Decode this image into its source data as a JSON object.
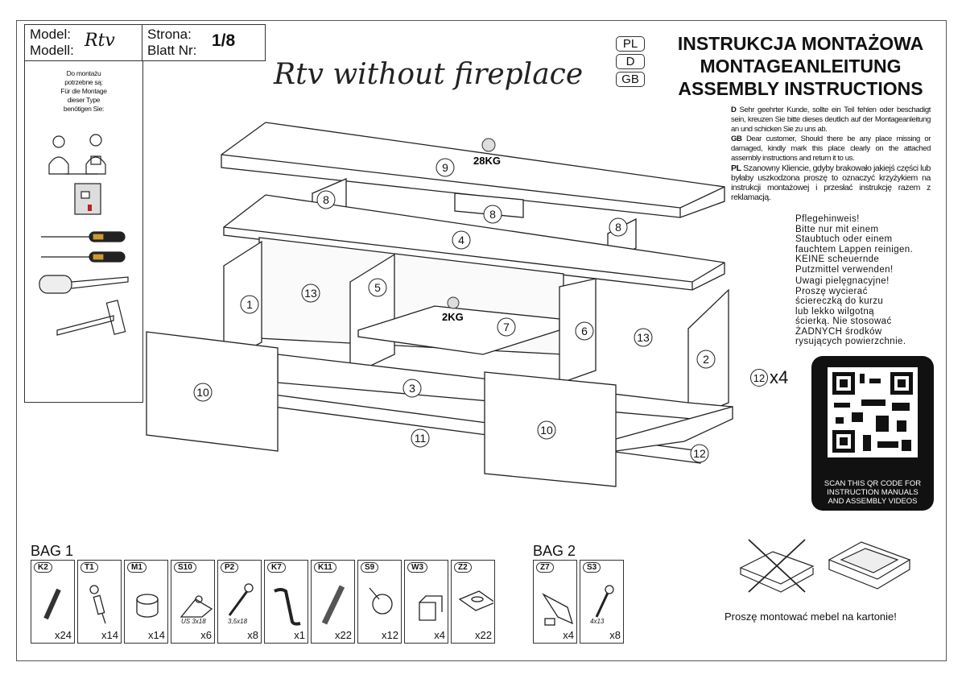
{
  "header": {
    "model_label": "Model:",
    "modell_label": "Modell:",
    "model_value": "Rtv",
    "strona_label": "Strona:",
    "blatt_label": "Blatt Nr:",
    "page": "1/8"
  },
  "product_title": "Rtv without fireplace",
  "languages": [
    "PL",
    "D",
    "GB"
  ],
  "titles": [
    "INSTRUKCJA MONTAŻOWA",
    "MONTAGEANLEITUNG",
    "ASSEMBLY INSTRUCTIONS"
  ],
  "tools_text": [
    "Do montażu",
    "potrzebne są:",
    "Für die Montage",
    "dieser Type",
    "benötigen Sie:"
  ],
  "notes": {
    "d_label": "D",
    "d_text": "Sehr geehrter Kunde, sollte ein Teil fehlen oder beschadigt sein, kreuzen Sie bitte dieses deutlich auf der Montageanleitung an und schicken Sie zu uns ab.",
    "gb_label": "GB",
    "gb_text": "Dear customer, Should there be any place missing or damaged, kindly mark this place clearly on the attached assembly instructions and return it to us.",
    "pl_label": "PL",
    "pl_text": "Szanowny Kliencie, gdyby brakowało jakiejś części lub byłaby uszkodzona proszę to oznaczyć krzyżykiem na instrukcji montażowej i przesłać instrukcję razem z reklamacją."
  },
  "care_de": [
    "Pflegehinweis!",
    "Bitte nur mit einem",
    "Staubtuch oder einem",
    "fauchtem Lappen reinigen.",
    "KEINE scheuernde",
    "Putzmittel verwenden!"
  ],
  "care_pl": [
    "Uwagi pielęgnacyjne!",
    "Proszę wycierać",
    "ściereczką do kurzu",
    "lub lekko wilgotną",
    "ścierką. Nie stosować",
    "ŻADNYCH środków",
    "rysujących powierzchnie."
  ],
  "parts": [
    "9",
    "8",
    "8",
    "8",
    "4",
    "1",
    "13",
    "5",
    "7",
    "6",
    "13",
    "2",
    "10",
    "3",
    "11",
    "10",
    "12"
  ],
  "weights": {
    "top": "28KG",
    "shelf": "2KG"
  },
  "part12_qty": {
    "num": "12",
    "qty": "x4"
  },
  "qr_text": [
    "SCAN THIS QR CODE FOR",
    "INSTRUCTION MANUALS",
    "AND ASSEMBLY VIDEOS"
  ],
  "bag1": {
    "title": "BAG 1",
    "items": [
      {
        "code": "K2",
        "qty": "x24"
      },
      {
        "code": "T1",
        "qty": "x14"
      },
      {
        "code": "M1",
        "qty": "x14"
      },
      {
        "code": "S10",
        "qty": "x6",
        "size": "US 3x18"
      },
      {
        "code": "P2",
        "qty": "x8",
        "size": "3,5x18"
      },
      {
        "code": "K7",
        "qty": "x1"
      },
      {
        "code": "K11",
        "qty": "x22"
      },
      {
        "code": "S9",
        "qty": "x12"
      },
      {
        "code": "W3",
        "qty": "x4"
      },
      {
        "code": "Z2",
        "qty": "x22"
      }
    ]
  },
  "bag2": {
    "title": "BAG 2",
    "items": [
      {
        "code": "Z7",
        "qty": "x4"
      },
      {
        "code": "S3",
        "qty": "x8",
        "size": "4x13"
      }
    ]
  },
  "carton_note": "Proszę montować mebel na kartonie!"
}
